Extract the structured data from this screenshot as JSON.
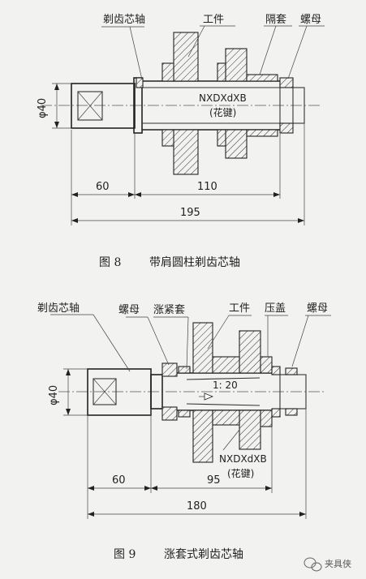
{
  "figure8": {
    "labels": {
      "arbor": "剃齿芯轴",
      "workpiece": "工件",
      "spacer": "隔套",
      "nut": "螺母"
    },
    "spec_line1": "NXDXdXB",
    "spec_line2": "(花键)",
    "dimensions": {
      "diameter": "φ40",
      "d1": "60",
      "d2": "110",
      "total": "195"
    },
    "caption_number": "图 8",
    "caption_title": "带肩圆柱剃齿芯轴"
  },
  "figure9": {
    "labels": {
      "arbor": "剃齿芯轴",
      "nut_left": "螺母",
      "sleeve": "涨紧套",
      "workpiece": "工件",
      "cover": "压盖",
      "nut_right": "螺母"
    },
    "taper": "1: 20",
    "spec_line1": "NXDXdXB",
    "spec_line2": "(花键)",
    "dimensions": {
      "diameter": "φ40",
      "d1": "60",
      "d2": "95",
      "total": "180"
    },
    "caption_number": "图 9",
    "caption_title": "涨套式剃齿芯轴"
  },
  "watermark": {
    "text": "夹具侠",
    "icon": "wechat-icon"
  }
}
